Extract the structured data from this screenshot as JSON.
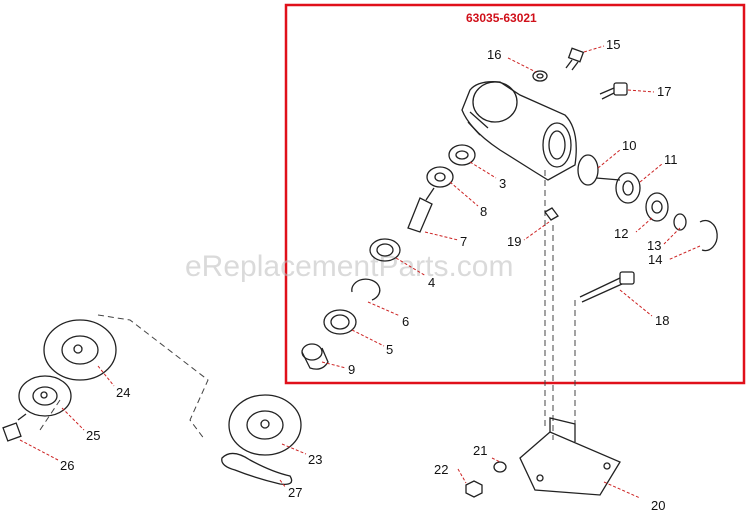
{
  "diagram": {
    "box_title": "63035-63021",
    "watermark": "eReplacementParts.com",
    "accent_color": "#e0101a",
    "labels": [
      "16",
      "15",
      "17",
      "3",
      "10",
      "11",
      "8",
      "12",
      "13",
      "14",
      "7",
      "19",
      "4",
      "18",
      "6",
      "5",
      "9",
      "24",
      "25",
      "26",
      "23",
      "27",
      "21",
      "22",
      "20"
    ]
  }
}
